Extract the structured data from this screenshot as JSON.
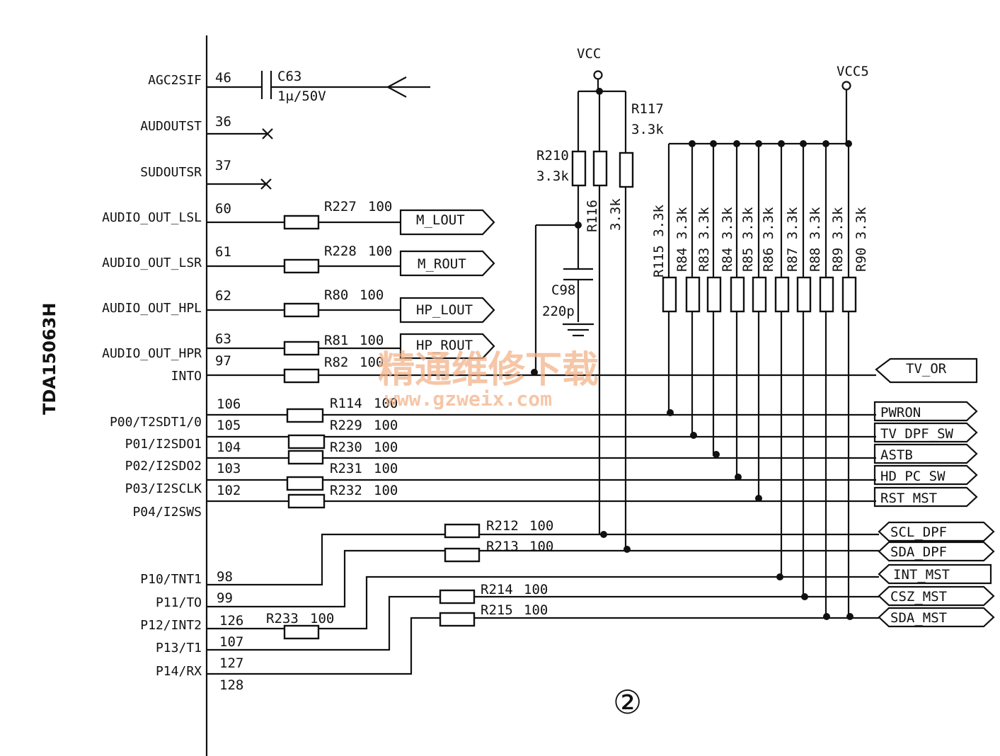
{
  "chip": {
    "name": "TDA15063H"
  },
  "supplies": {
    "vcc": "VCC",
    "vcc5": "VCC5"
  },
  "pins": [
    {
      "label": "AGC2SIF",
      "num": "46"
    },
    {
      "label": "AUDOUTST",
      "num": "36"
    },
    {
      "label": "SUDOUTSR",
      "num": "37"
    },
    {
      "label": "AUDIO_OUT_LSL",
      "num": "60"
    },
    {
      "label": "AUDIO_OUT_LSR",
      "num": "61"
    },
    {
      "label": "AUDIO_OUT_HPL",
      "num": "62"
    },
    {
      "label": "AUDIO_OUT_HPR",
      "num": "63"
    },
    {
      "label": "INTO",
      "num": "97"
    },
    {
      "label": "P00/T2SDT1/0",
      "num": "106"
    },
    {
      "label": "P01/I2SDO1",
      "num": "105"
    },
    {
      "label": "P02/I2SDO2",
      "num": "104"
    },
    {
      "label": "P03/I2SCLK",
      "num": "103"
    },
    {
      "label": "P04/I2SWS",
      "num": "102"
    },
    {
      "label": "P10/TNT1",
      "num": "98"
    },
    {
      "label": "P11/TO",
      "num": "99"
    },
    {
      "label": "P12/INT2",
      "num": "126"
    },
    {
      "label": "P13/T1",
      "num": "107"
    },
    {
      "label": "P14/RX",
      "num": "127"
    },
    {
      "label": "",
      "num": "128"
    }
  ],
  "c63": {
    "name": "C63",
    "value": "1μ/50V"
  },
  "series_resistors": [
    {
      "name": "R227",
      "value": "100"
    },
    {
      "name": "R228",
      "value": "100"
    },
    {
      "name": "R80",
      "value": "100"
    },
    {
      "name": "R81",
      "value": "100"
    },
    {
      "name": "R82",
      "value": "100"
    },
    {
      "name": "R114",
      "value": "100"
    },
    {
      "name": "R229",
      "value": "100"
    },
    {
      "name": "R230",
      "value": "100"
    },
    {
      "name": "R231",
      "value": "100"
    },
    {
      "name": "R232",
      "value": "100"
    },
    {
      "name": "R212",
      "value": "100"
    },
    {
      "name": "R213",
      "value": "100"
    },
    {
      "name": "R214",
      "value": "100"
    },
    {
      "name": "R215",
      "value": "100"
    },
    {
      "name": "R233",
      "value": "100"
    }
  ],
  "pullups_vcc": [
    {
      "name": "R210",
      "value": "3.3k"
    },
    {
      "name": "R116",
      "value": "3.3k"
    },
    {
      "name": "R117",
      "value": "3.3k"
    }
  ],
  "c98": {
    "name": "C98",
    "value": "220p"
  },
  "pullups_vcc5": [
    {
      "label": "R115 3.3k"
    },
    {
      "label": "R84 3.3k"
    },
    {
      "label": "R83 3.3k"
    },
    {
      "label": "R84 3.3k"
    },
    {
      "label": "R85 3.3k"
    },
    {
      "label": "R86 3.3k"
    },
    {
      "label": "R87 3.3k"
    },
    {
      "label": "R88 3.3k"
    },
    {
      "label": "R89 3.3k"
    },
    {
      "label": "R90 3.3k"
    }
  ],
  "audio_ports": [
    "M_LOUT",
    "M_ROUT",
    "HP_LOUT",
    "HP_ROUT"
  ],
  "right_ports": [
    "TV_OR",
    "PWRON",
    "TV_DPF_SW",
    "ASTB",
    "HD_PC_SW",
    "RST_MST",
    "SCL_DPF",
    "SDA_DPF",
    "INT_MST",
    "CSZ_MST",
    "SDA_MST"
  ],
  "watermark": {
    "cn": "精通维修下载",
    "url": "www.gzweix.com"
  },
  "figure_number": "②"
}
